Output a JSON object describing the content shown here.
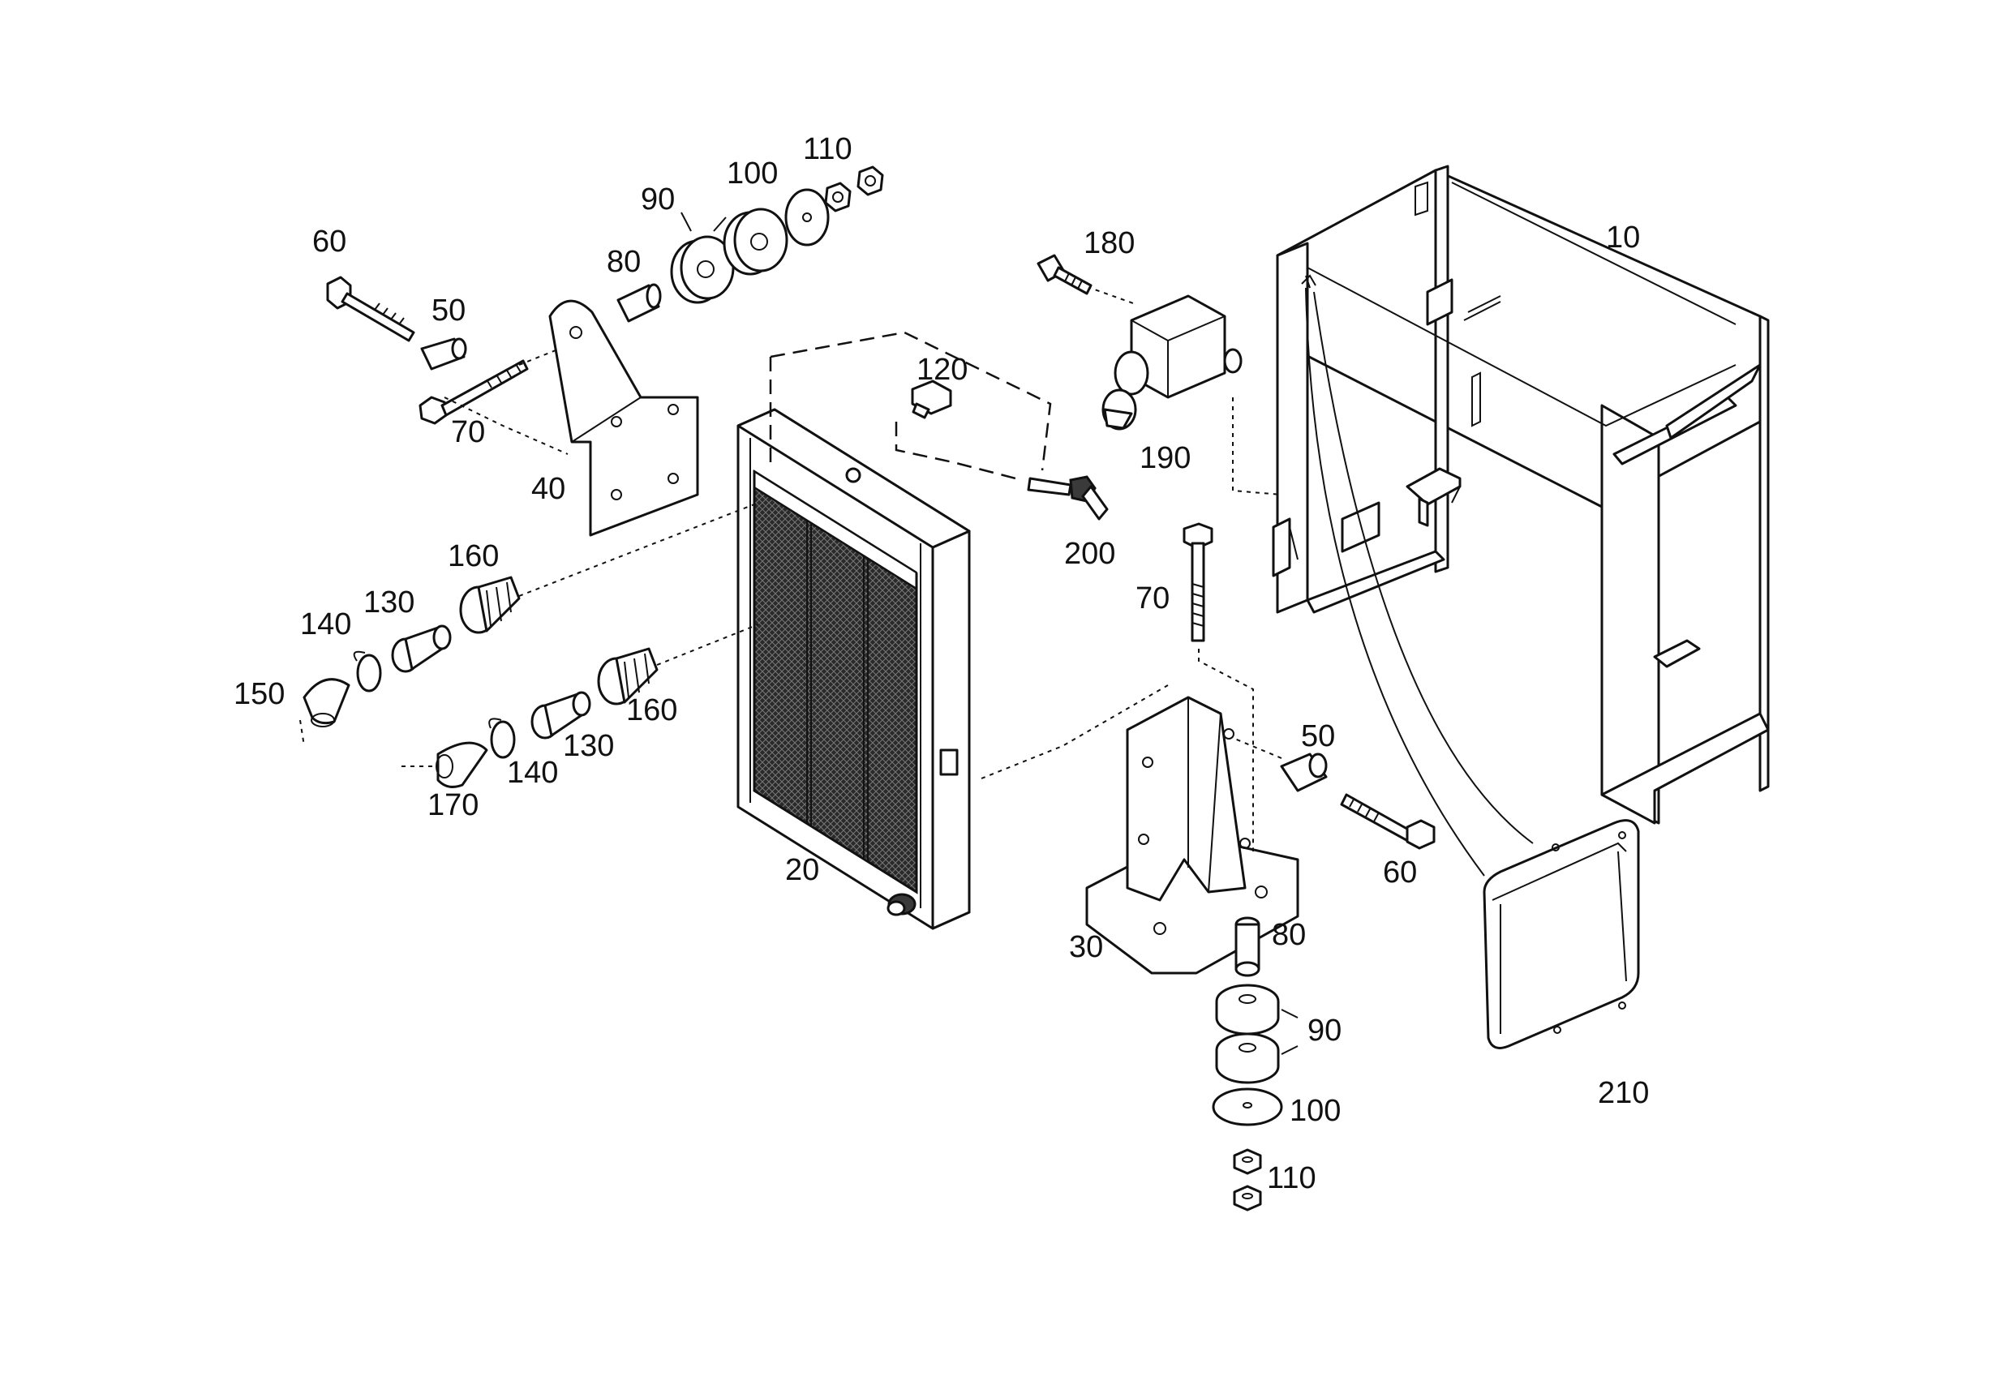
{
  "callouts": {
    "c60a": "60",
    "c50a": "50",
    "c70a": "70",
    "c40": "40",
    "c80a": "80",
    "c90a": "90",
    "c100a": "100",
    "c110a": "110",
    "c120": "120",
    "c160a": "160",
    "c130a": "130",
    "c140a": "140",
    "c150": "150",
    "c160b": "160",
    "c130b": "130",
    "c140b": "140",
    "c170": "170",
    "c20": "20",
    "c180": "180",
    "c190": "190",
    "c200": "200",
    "c10": "10",
    "c70b": "70",
    "c50b": "50",
    "c60b": "60",
    "c30": "30",
    "c80b": "80",
    "c90b": "90",
    "c100b": "100",
    "c110b": "110",
    "c210": "210"
  }
}
